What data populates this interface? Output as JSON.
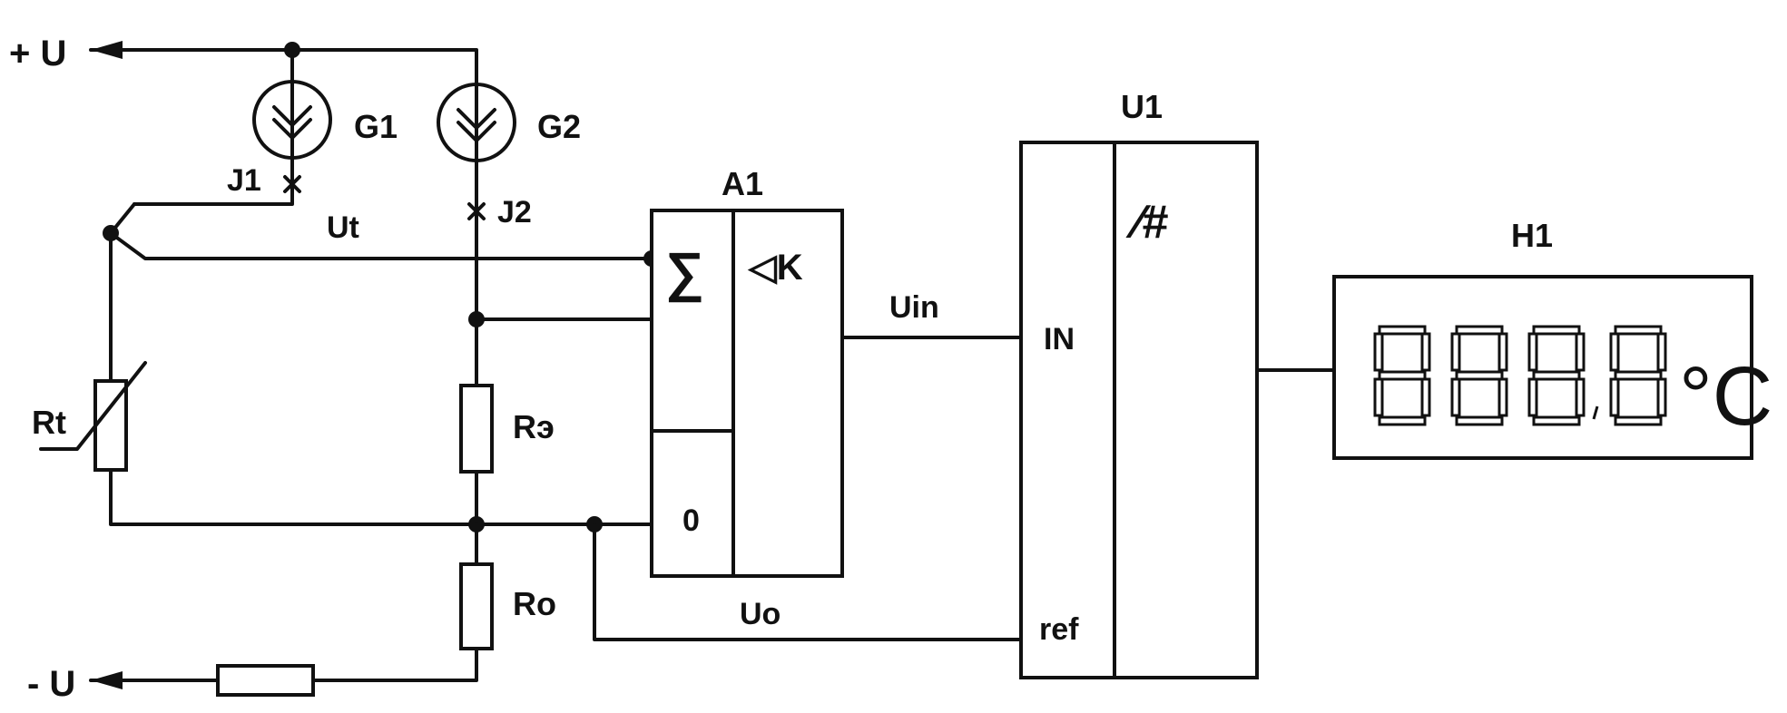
{
  "colors": {
    "ink": "#111111",
    "paper": "#ffffff"
  },
  "terminals": {
    "plus_supply": "+ U",
    "minus_supply": "- U"
  },
  "sources": {
    "g1": {
      "label": "G1",
      "current": "J1"
    },
    "g2": {
      "label": "G2",
      "current": "J2"
    }
  },
  "resistors": {
    "rt": {
      "label": "Rt"
    },
    "re": {
      "label": "Rэ"
    },
    "r0": {
      "label": "Ro"
    }
  },
  "signals": {
    "thermocouple": "Ut",
    "input": "Uin",
    "reference": "Uo"
  },
  "amplifier": {
    "label": "A1",
    "sum_symbol": "∑",
    "gain_symbol": "◁K",
    "zero_input": "0"
  },
  "converter": {
    "label": "U1",
    "in_label": "IN",
    "ref_label": "ref",
    "symbol": "∕#"
  },
  "display": {
    "label": "H1",
    "readout": "888,8",
    "unit": "°C"
  }
}
